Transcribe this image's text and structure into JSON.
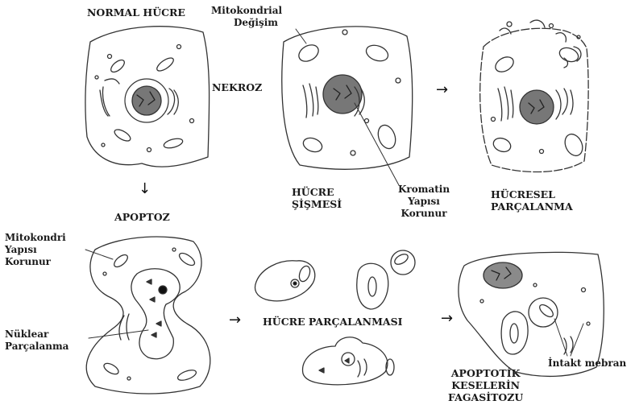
{
  "labels": {
    "normal_hucre": "NORMAL HÜCRE",
    "mito_degisim": [
      "Mitokondrial",
      "Değişim"
    ],
    "nekroz": "NEKROZ",
    "hucre_sismesi": [
      "HÜCRE",
      "ŞİŞMESİ"
    ],
    "kromatin": [
      "Kromatin",
      "Yapısı",
      "Korunur"
    ],
    "hucresel_parcalanma": [
      "HÜCRESEL",
      "PARÇALANMA"
    ],
    "apoptoz": "APOPTOZ",
    "mitokondri_korunur": [
      "Mitokondri",
      "Yapısı",
      "Korunur"
    ],
    "nuklear_parcalanma": [
      "Nüklear",
      "Parçalanma"
    ],
    "hucre_parcalanmasi": "HÜCRE PARÇALANMASI",
    "apoptotik": [
      "APOPTOTİK",
      "KESELERİN",
      "FAGASİTOZU"
    ],
    "intakt_membran": "İntakt mebran"
  },
  "arrows": {
    "down": "↓",
    "right": "→"
  }
}
